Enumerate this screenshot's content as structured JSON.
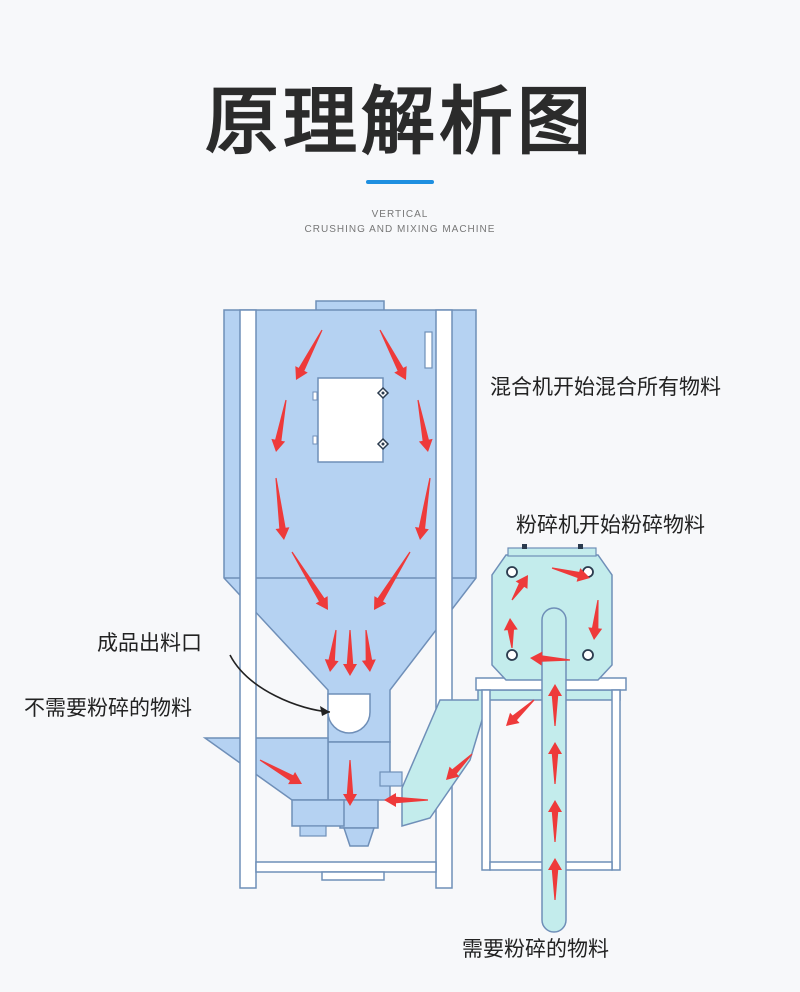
{
  "title": "原理解析图",
  "subtitle_line1": "VERTICAL",
  "subtitle_line2": "CRUSHING AND MIXING MACHINE",
  "labels": {
    "mixing": "混合机开始混合所有物料",
    "crushing": "粉碎机开始粉碎物料",
    "outlet": "成品出料口",
    "no_crush": "不需要粉碎的物料",
    "need_crush": "需要粉碎的物料"
  },
  "colors": {
    "tank_fill": "#b5d2f2",
    "tank_stroke": "#6f8fb8",
    "frame_fill": "#ffffff",
    "conveyor_fill": "#c3ecec",
    "arrow_red": "#ee3a3a",
    "accent_blue": "#1e8fe0"
  }
}
